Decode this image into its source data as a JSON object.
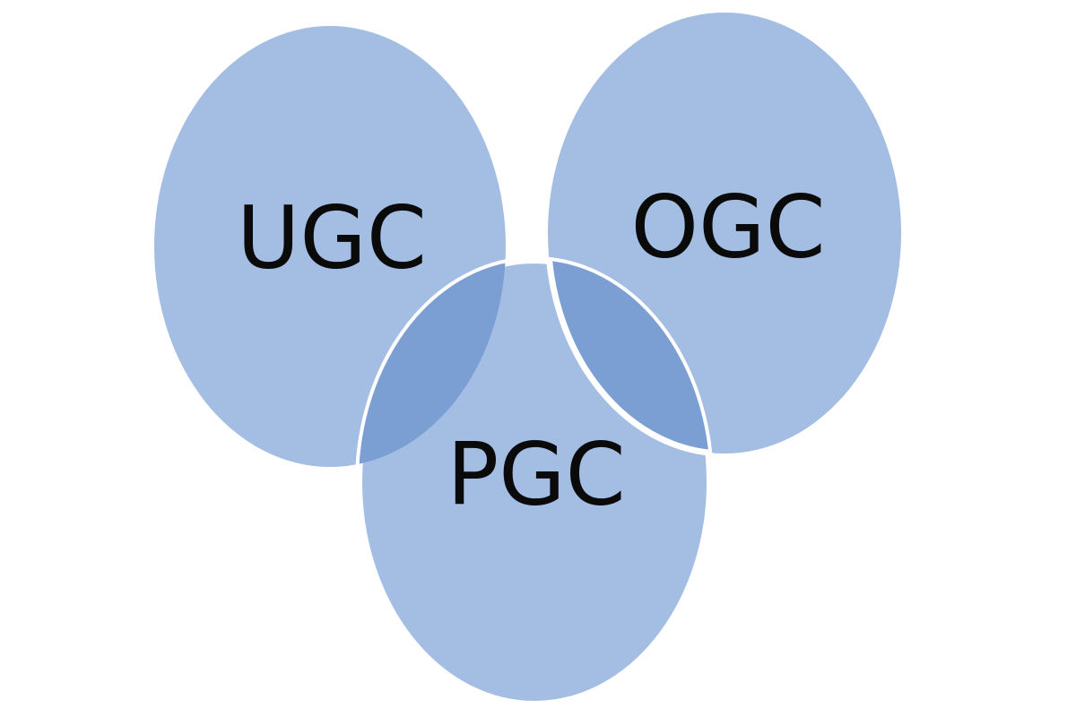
{
  "diagram": {
    "type": "venn",
    "colors": {
      "background": "#ffffff",
      "circle_fill": "#a3bde3",
      "overlap_fill": "#7b9fd3",
      "outline": "#ffffff",
      "label_text": "#0a0a0a"
    },
    "sets": [
      {
        "id": "ugc",
        "label": "UGC"
      },
      {
        "id": "ogc",
        "label": "OGC"
      },
      {
        "id": "pgc",
        "label": "PGC"
      }
    ]
  }
}
